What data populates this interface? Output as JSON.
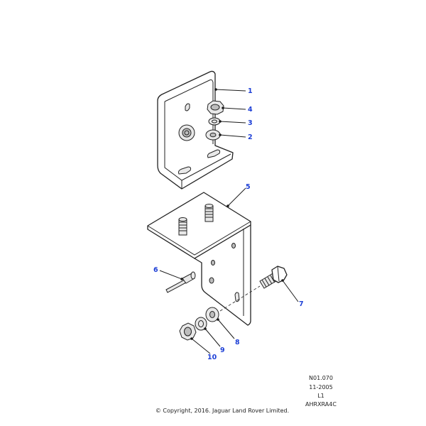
{
  "callouts": [
    "1",
    "2",
    "3",
    "4",
    "5",
    "6",
    "7",
    "8",
    "9",
    "10"
  ],
  "info": {
    "ref": "N01.070",
    "date": "11-2005",
    "level": "L1",
    "code": "AHRXRA4C"
  },
  "copyright": "© Copyright, 2016. Jaguar Land Rover Limited.",
  "colors": {
    "callout": "#1d3fd6",
    "line": "#222222"
  }
}
